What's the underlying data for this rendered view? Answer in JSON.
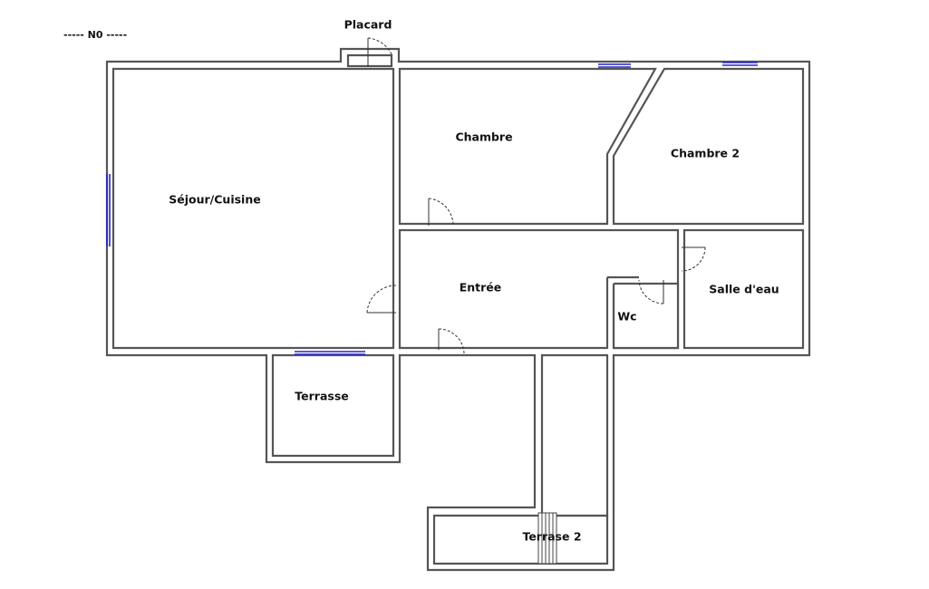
{
  "plan": {
    "level_label": "-----  N0  -----",
    "rooms": {
      "placard": "Placard",
      "chambre": "Chambre",
      "chambre2": "Chambre 2",
      "sejour": "Séjour/Cuisine",
      "entree": "Entrée",
      "salle_eau": "Salle d'eau",
      "wc": "Wc",
      "terrasse": "Terrasse",
      "terrasse2": "Terrase 2"
    },
    "colors": {
      "wall": "#555555",
      "window": "#2626c8",
      "background": "#ffffff"
    }
  }
}
